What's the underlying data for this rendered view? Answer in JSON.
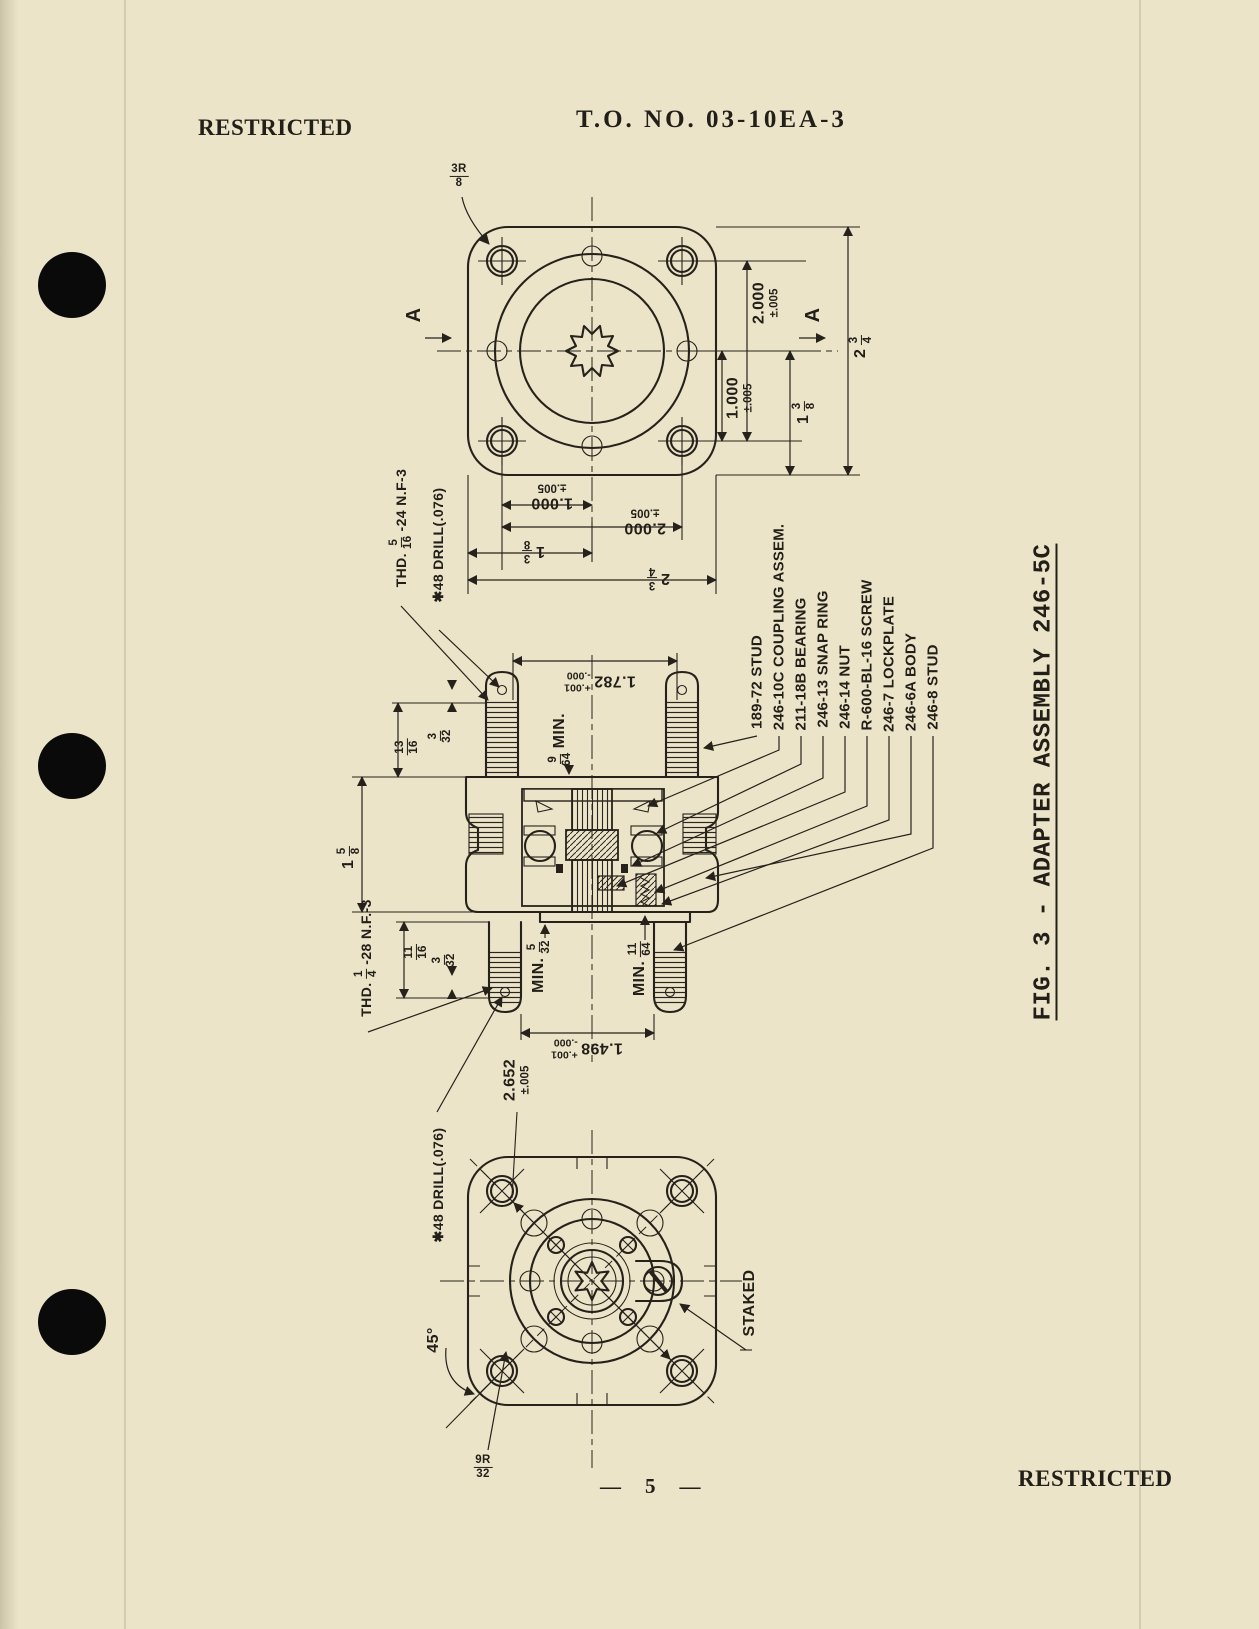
{
  "header": {
    "classification": "RESTRICTED",
    "doc_number": "T.O. NO. 03-10EA-3"
  },
  "footer": {
    "page_number": "5",
    "dash": "—",
    "classification": "RESTRICTED"
  },
  "figure": {
    "title": "FIG. 3 - ADAPTER ASSEMBLY 246-5C"
  },
  "top_view": {
    "radius_callout": {
      "num": "3R",
      "den": "8"
    },
    "section_label": "A",
    "dim_2000": {
      "value": "2.000",
      "tol": "±.005"
    },
    "dim_1000": {
      "value": "1.000",
      "tol": "±.005"
    },
    "dim_1_3_8": {
      "whole": "1",
      "num": "3",
      "den": "8"
    },
    "dim_2_3_4": {
      "whole": "2",
      "num": "3",
      "den": "4"
    }
  },
  "section_view": {
    "thd_top": {
      "prefix": "THD.",
      "num": "5",
      "den": "16",
      "suffix": "-24 N.F-3"
    },
    "drill_note": "✱48 DRILL(.076)",
    "dim_1782": {
      "value": "1.782",
      "tol_plus": "+.001",
      "tol_minus": "-.000"
    },
    "min_9_64": {
      "num": "9",
      "den": "64",
      "label": "MIN."
    },
    "dim_13_16": {
      "num": "13",
      "den": "16"
    },
    "dim_3_32": {
      "num": "3",
      "den": "32"
    },
    "dim_1_5_8": {
      "whole": "1",
      "num": "5",
      "den": "8"
    },
    "dim_11_16": {
      "num": "11",
      "den": "16"
    },
    "thd_bottom": {
      "prefix": "THD.",
      "num": "1",
      "den": "4",
      "suffix": "-28 N.F.-3"
    },
    "min_5_32": {
      "label": "MIN.",
      "num": "5",
      "den": "32"
    },
    "min_11_64": {
      "label": "MIN.",
      "num": "11",
      "den": "64"
    },
    "dim_1498": {
      "value": "1.498",
      "tol_plus": "+.001",
      "tol_minus": "-.000"
    }
  },
  "parts": [
    {
      "label": "189-72 STUD"
    },
    {
      "label": "246-10C COUPLING ASSEM."
    },
    {
      "label": "211-18B BEARING"
    },
    {
      "label": "246-13 SNAP RING"
    },
    {
      "label": "246-14 NUT"
    },
    {
      "label": "R-600-BL-16 SCREW"
    },
    {
      "label": "246-7 LOCKPLATE"
    },
    {
      "label": "246-6A BODY"
    },
    {
      "label": "246-8 STUD"
    }
  ],
  "bottom_view": {
    "dim_2652": {
      "value": "2.652",
      "tol": "±.005"
    },
    "angle_label": "45°",
    "staked_label": "STAKED",
    "radius_callout": {
      "num": "9R",
      "den": "32"
    }
  }
}
